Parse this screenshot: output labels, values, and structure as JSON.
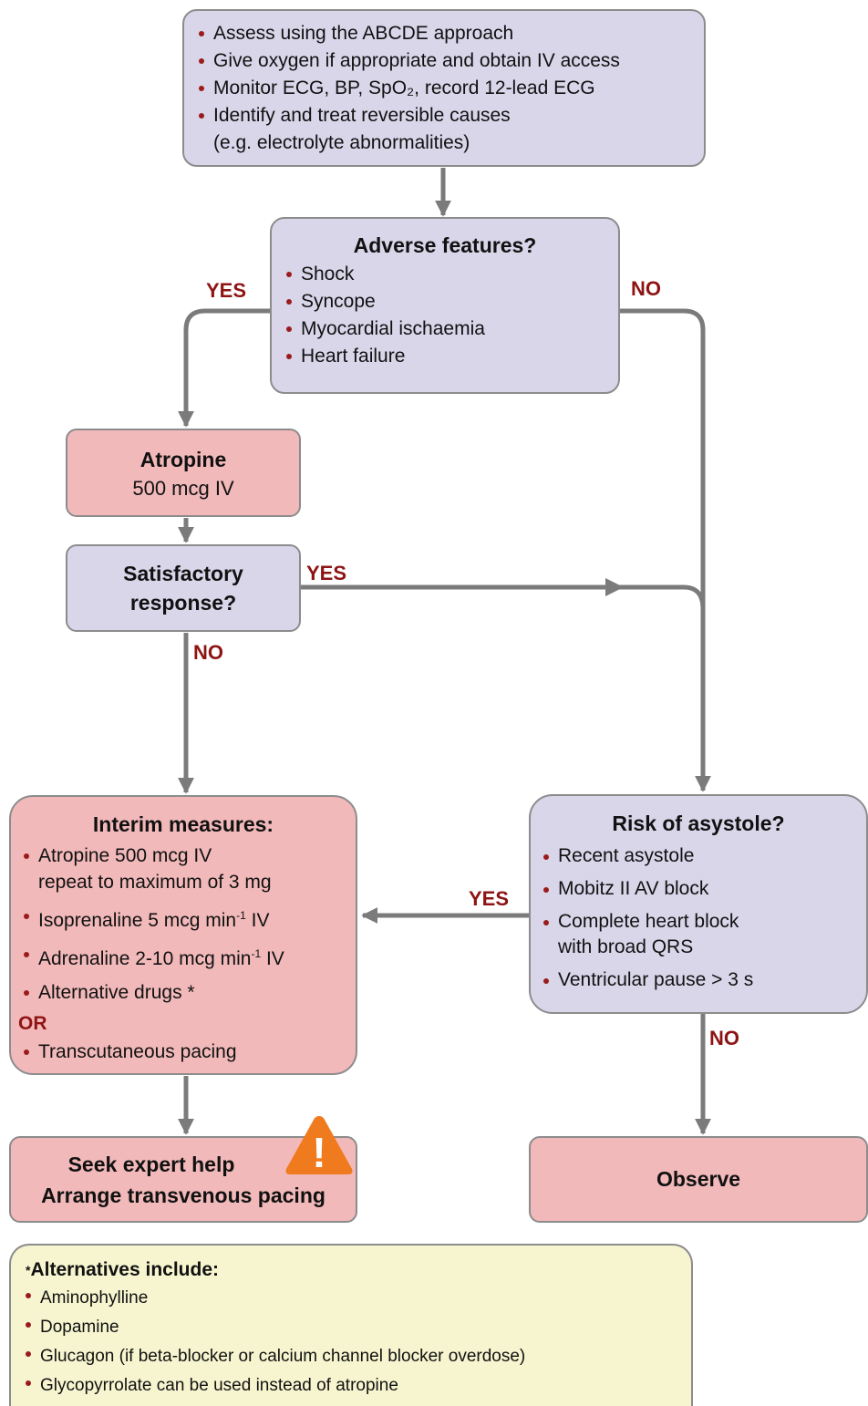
{
  "assess": {
    "items": [
      "Assess using the ABCDE approach",
      "Give oxygen if appropriate and obtain IV access",
      "Monitor ECG, BP, SpO₂, record 12-lead ECG",
      "Identify and treat reversible causes"
    ],
    "items_cont": "(e.g. electrolyte abnormalities)"
  },
  "adverse": {
    "title": "Adverse features?",
    "items": [
      "Shock",
      "Syncope",
      "Myocardial ischaemia",
      "Heart failure"
    ]
  },
  "atropine": {
    "title": "Atropine",
    "dose": "500 mcg IV"
  },
  "satisfactory": {
    "line1": "Satisfactory",
    "line2": "response?"
  },
  "interim": {
    "title": "Interim measures:",
    "item1": "Atropine 500 mcg IV",
    "item1_cont": "repeat to maximum of 3 mg",
    "item2_a": "Isoprenaline 5 mcg min",
    "item2_sup": "-1",
    "item2_b": " IV",
    "item3_a": "Adrenaline 2-10 mcg min",
    "item3_sup": "-1",
    "item3_b": " IV",
    "item4": "Alternative drugs *",
    "or": "OR",
    "item5": "Transcutaneous pacing"
  },
  "risk": {
    "title": "Risk of asystole?",
    "items": [
      "Recent asystole",
      "Mobitz II AV block",
      "Complete heart block",
      "Ventricular pause > 3 s"
    ],
    "item3_cont": "with broad QRS"
  },
  "expert": {
    "line1": "Seek expert help",
    "line2": "Arrange transvenous pacing"
  },
  "observe": {
    "label": "Observe"
  },
  "alternatives": {
    "title": "Alternatives include:",
    "star": "*",
    "items": [
      "Aminophylline",
      "Dopamine",
      "Glucagon (if beta-blocker or calcium channel blocker overdose)",
      "Glycopyrrolate can be used instead of atropine"
    ]
  },
  "labels": {
    "yes_adverse": "YES",
    "no_adverse": "NO",
    "yes_satisfactory": "YES",
    "no_satisfactory": "NO",
    "yes_risk": "YES",
    "no_risk": "NO",
    "warning_mark": "!"
  },
  "colors": {
    "lavender": "#d9d6ea",
    "pink": "#f2b9ba",
    "yellow": "#f6f5cf",
    "connector": "#7b7b7b",
    "label_red": "#8e1414",
    "bullet": "#9b1b1b",
    "warning": "#f07a1e"
  }
}
